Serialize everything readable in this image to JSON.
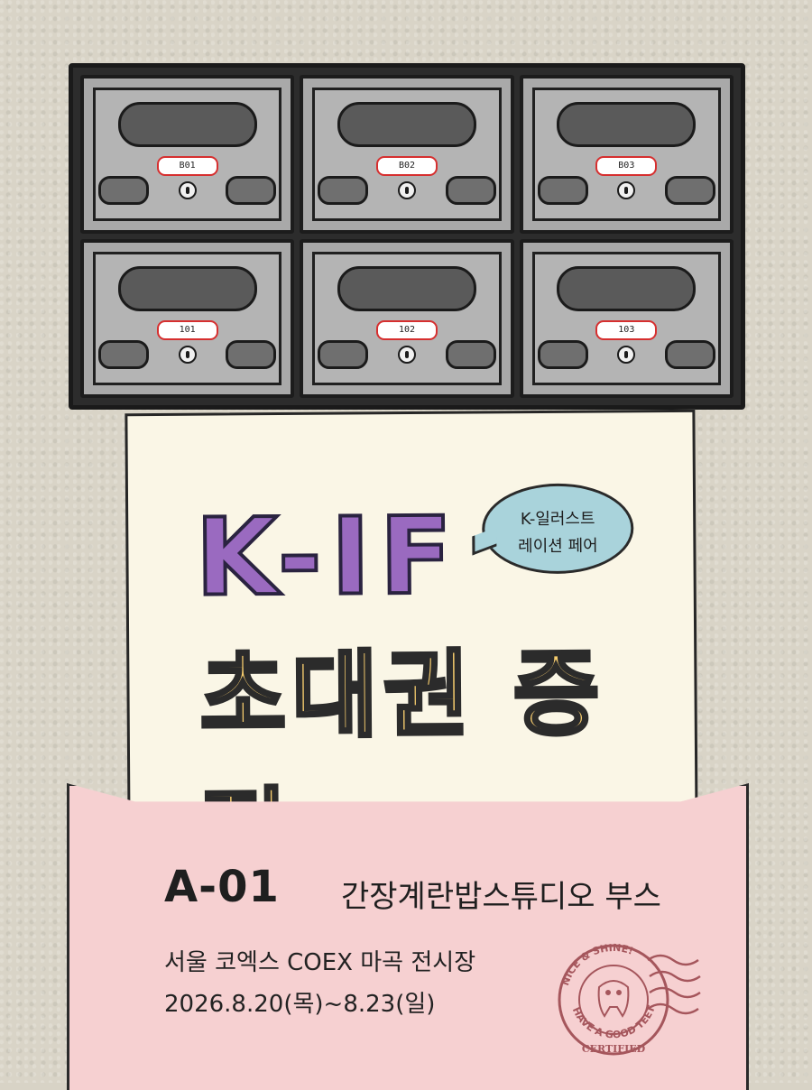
{
  "mailboxes": [
    {
      "number": "B01"
    },
    {
      "number": "B02"
    },
    {
      "number": "B03"
    },
    {
      "number": "101"
    },
    {
      "number": "102"
    },
    {
      "number": "103"
    }
  ],
  "poster": {
    "title_line1": "K-IF",
    "title_line2": "초대권 증정",
    "bubble_line1": "K-일러스트",
    "bubble_line2": "레이션 페어"
  },
  "envelope": {
    "booth_code": "A-01",
    "booth_name": "간장계란밥스튜디오 부스",
    "venue": "서울 코엑스 COEX 마곡 전시장",
    "dates": "2026.8.20(목)~8.23(일)"
  },
  "stamp": {
    "top_text": "NICE & SHINE!",
    "bottom_text": "HAVE A GOOD TEETH!",
    "footer": "CERTIFIED",
    "color": "#a5565c"
  },
  "colors": {
    "title1": "#9a6ac0",
    "title2": "#f7cd6e",
    "bubble": "#a9d3db",
    "envelope": "#f6d0d1"
  }
}
